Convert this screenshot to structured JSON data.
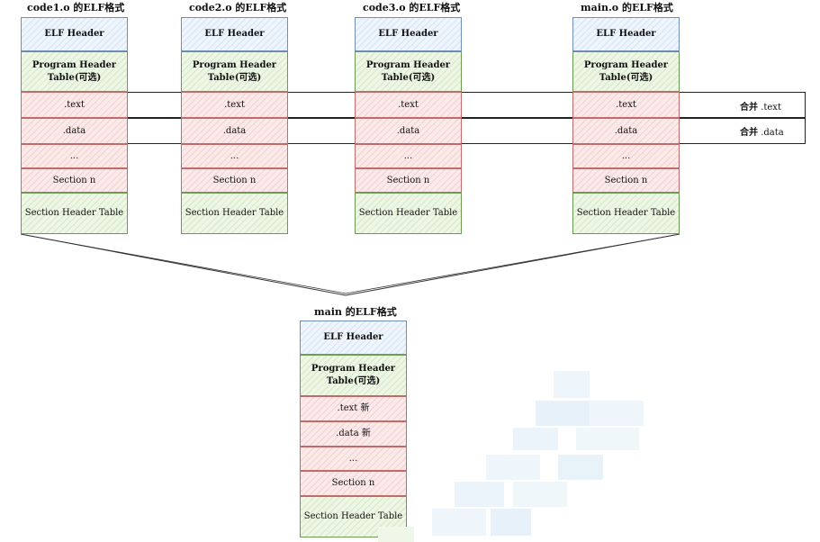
{
  "files": [
    {
      "title": "code1.o 的ELF格式"
    },
    {
      "title": "code2.o 的ELF格式"
    },
    {
      "title": "code3.o 的ELF格式"
    },
    {
      "title": "main.o 的ELF格式"
    }
  ],
  "sections": {
    "elf_header": "ELF Header",
    "program_header_line1": "Program Header",
    "program_header_line2": "Table(可选)",
    "text": ".text",
    "data": ".data",
    "ellipsis": "...",
    "section_n": "Section n",
    "section_header_table": "Section Header Table"
  },
  "merge": {
    "text_label": "合并",
    "text_section": ".text",
    "data_label": "合并",
    "data_section": ".data"
  },
  "result": {
    "title": "main 的ELF格式",
    "text_new": ".text 新",
    "data_new": ".data 新"
  },
  "colors": {
    "header": "#eef5fc",
    "program_header": "#eef7e6",
    "section": "#fbeaea",
    "section_header_table": "#eef7e6"
  }
}
